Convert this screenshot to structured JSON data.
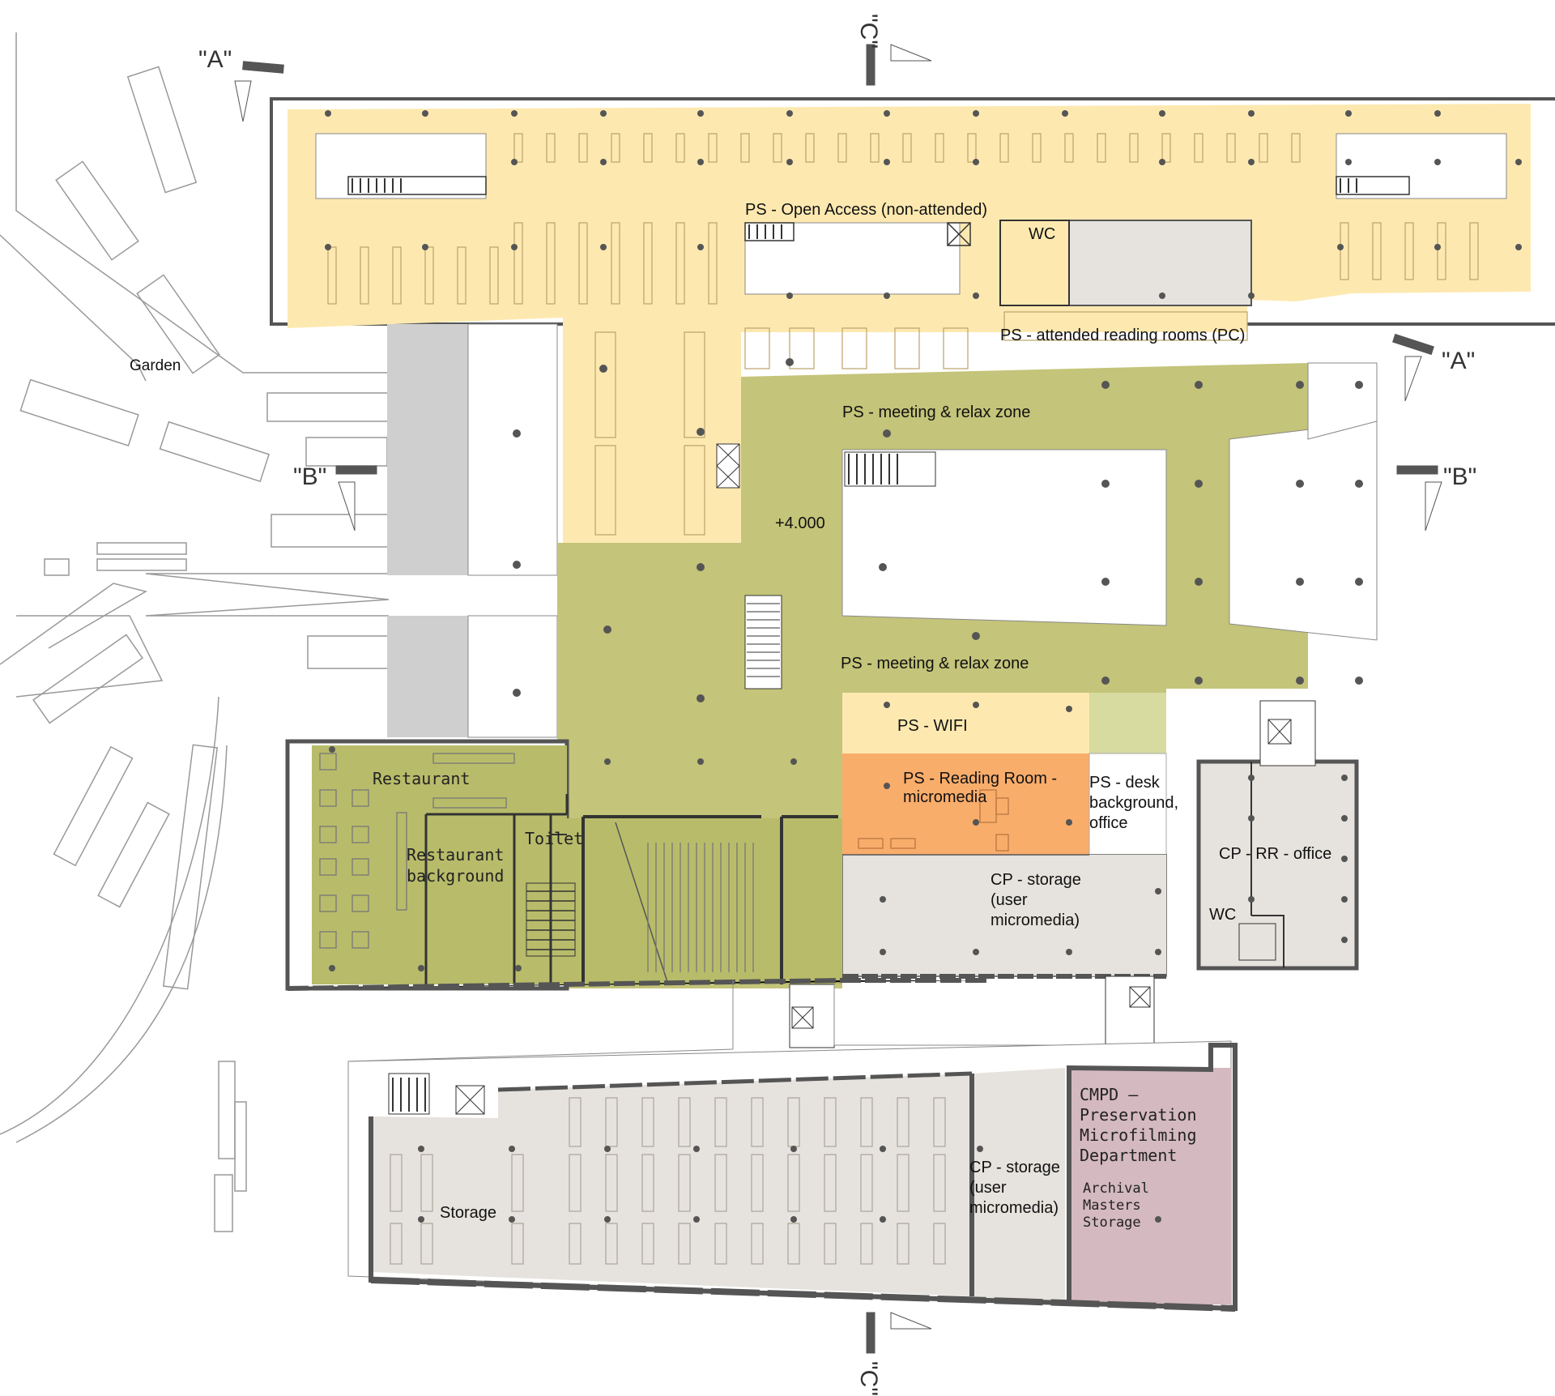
{
  "colors": {
    "yellow_zone": "#fde9b0",
    "green_zone": "#c4c47a",
    "restaurant_zone": "#b8bc6a",
    "reading_room_zone": "#f9ad6b",
    "storage_zone": "#e6e3de",
    "cmpd_zone": "#d4b9c0",
    "grey_slab": "#cfcfcf",
    "wall": "#555555",
    "column": "#555555",
    "light_green_patch": "#d7dba0"
  },
  "labels": {
    "open_access": "PS - Open Access (non-attended)",
    "wc_top": "WC",
    "attended_reading": "PS - attended reading rooms (PC)",
    "garden": "Garden",
    "meeting_relax_1": "PS - meeting & relax zone",
    "level": "+4.000",
    "meeting_relax_2": "PS - meeting & relax zone",
    "wifi": "PS - WIFI",
    "reading_room_line1": "PS - Reading Room -",
    "reading_room_line2": "micromedia",
    "desk_line1": "PS - desk",
    "desk_line2": "background,",
    "desk_line3": "office",
    "restaurant": "Restaurant",
    "restaurant_bg_line1": "Restaurant",
    "restaurant_bg_line2": "background",
    "toilet": "Toilet",
    "cp_storage_line1": "CP - storage",
    "cp_storage_line2": "(user",
    "cp_storage_line3": "micromedia)",
    "cp_rr_office": "CP - RR - office",
    "wc_right": "WC",
    "storage": "Storage",
    "cp_storage2_line1": "CP - storage",
    "cp_storage2_line2": "(user",
    "cp_storage2_line3": "micromedia)",
    "cmpd_line1": "CMPD –",
    "cmpd_line2": "Preservation",
    "cmpd_line3": "Microfilming",
    "cmpd_line4": "Department",
    "archival_line1": "Archival",
    "archival_line2": "Masters",
    "archival_line3": "Storage"
  },
  "section_markers": {
    "a_left": "\"A\"",
    "a_right": "\"A\"",
    "b_left": "\"B\"",
    "b_right": "\"B\"",
    "c_top": "\"C\"",
    "c_bottom": "\"C\""
  }
}
